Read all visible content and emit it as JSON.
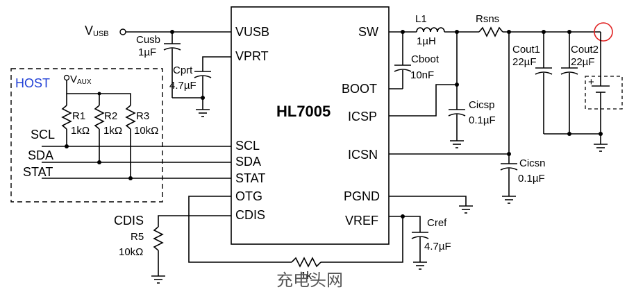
{
  "chip": {
    "name": "HL7005",
    "pins_left": [
      "VUSB",
      "VPRT",
      "SCL",
      "SDA",
      "STAT",
      "OTG",
      "CDIS"
    ],
    "pins_right": [
      "SW",
      "BOOT",
      "ICSP",
      "ICSN",
      "PGND",
      "VREF"
    ]
  },
  "nets": {
    "vusb_main": "V",
    "vusb_sub": "USB",
    "vaux_main": "V",
    "vaux_sub": "AUX",
    "scl": "SCL",
    "sda": "SDA",
    "stat": "STAT",
    "cdis": "CDIS"
  },
  "host": {
    "label": "HOST"
  },
  "components": {
    "cusb": {
      "name": "Cusb",
      "value": "1µF"
    },
    "cprt": {
      "name": "Cprt",
      "value": "4.7µF"
    },
    "r1": {
      "name": "R1",
      "value": "1kΩ"
    },
    "r2": {
      "name": "R2",
      "value": "1kΩ"
    },
    "r3": {
      "name": "R3",
      "value": "10kΩ"
    },
    "r5": {
      "name": "R5",
      "value": "10kΩ"
    },
    "l1": {
      "name": "L1",
      "value": "1µH"
    },
    "cboot": {
      "name": "Cboot",
      "value": "10nF"
    },
    "rsns": {
      "name": "Rsns"
    },
    "cicsp": {
      "name": "Cicsp",
      "value": "0.1µF"
    },
    "cicsn": {
      "name": "Cicsn",
      "value": "0.1µF"
    },
    "cout1": {
      "name": "Cout1",
      "value": "22µF"
    },
    "cout2": {
      "name": "Cout2",
      "value": "22µF"
    },
    "cref": {
      "name": "Cref",
      "value": "4.7µF"
    },
    "rbottom": {
      "name": "1k"
    },
    "battery": {
      "polarity": "+"
    }
  },
  "watermark": "充电头网",
  "colors": {
    "wire": "#000000",
    "host_label": "#1f3fd6",
    "highlight_circle": "#e02020"
  }
}
